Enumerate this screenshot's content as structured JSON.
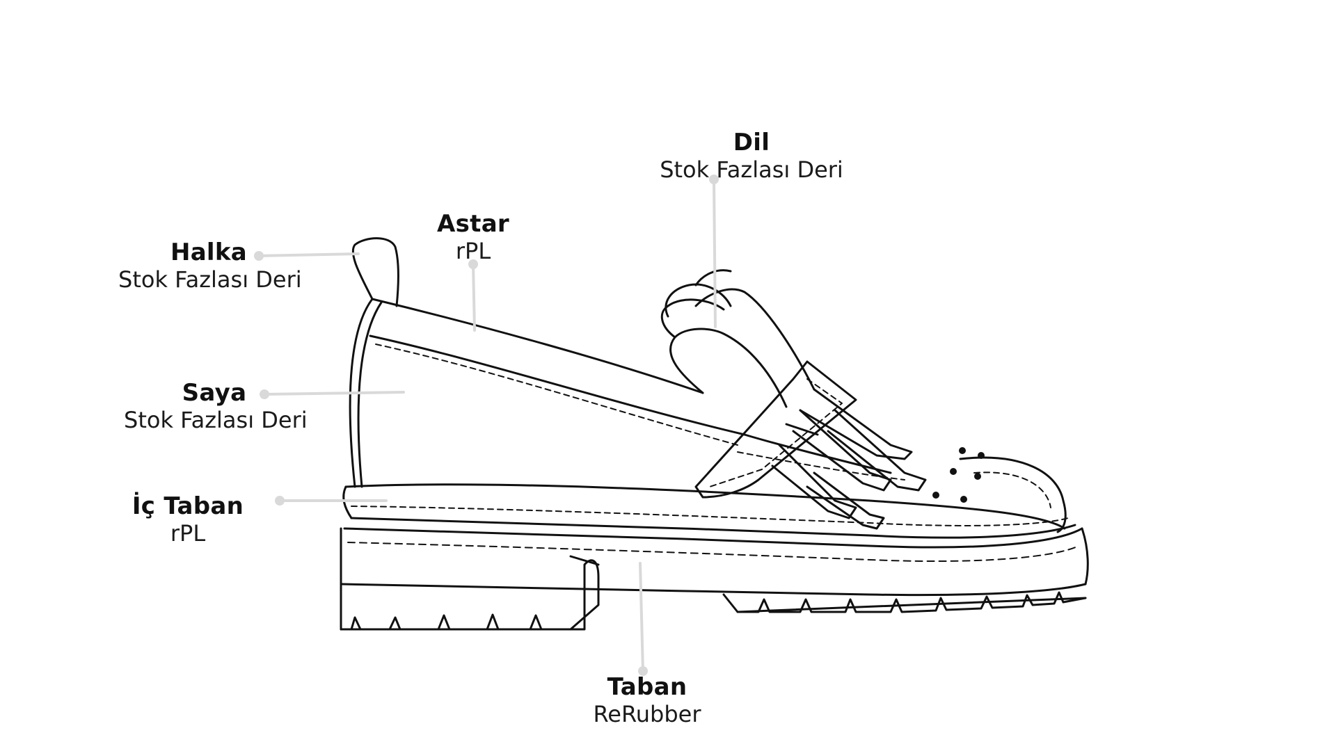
{
  "labels": {
    "halka": {
      "name": "Halka",
      "material": "Stok Fazlası Deri"
    },
    "astar": {
      "name": "Astar",
      "material": "rPL"
    },
    "dil": {
      "name": "Dil",
      "material": "Stok Fazlası Deri"
    },
    "saya": {
      "name": "Saya",
      "material": "Stok Fazlası Deri"
    },
    "ic_taban": {
      "name": "İç Taban",
      "material": "rPL"
    },
    "taban": {
      "name": "Taban",
      "material": "ReRubber"
    }
  },
  "colors": {
    "outline": "#111111",
    "leader": "#d9d9d9",
    "background": "#ffffff"
  }
}
